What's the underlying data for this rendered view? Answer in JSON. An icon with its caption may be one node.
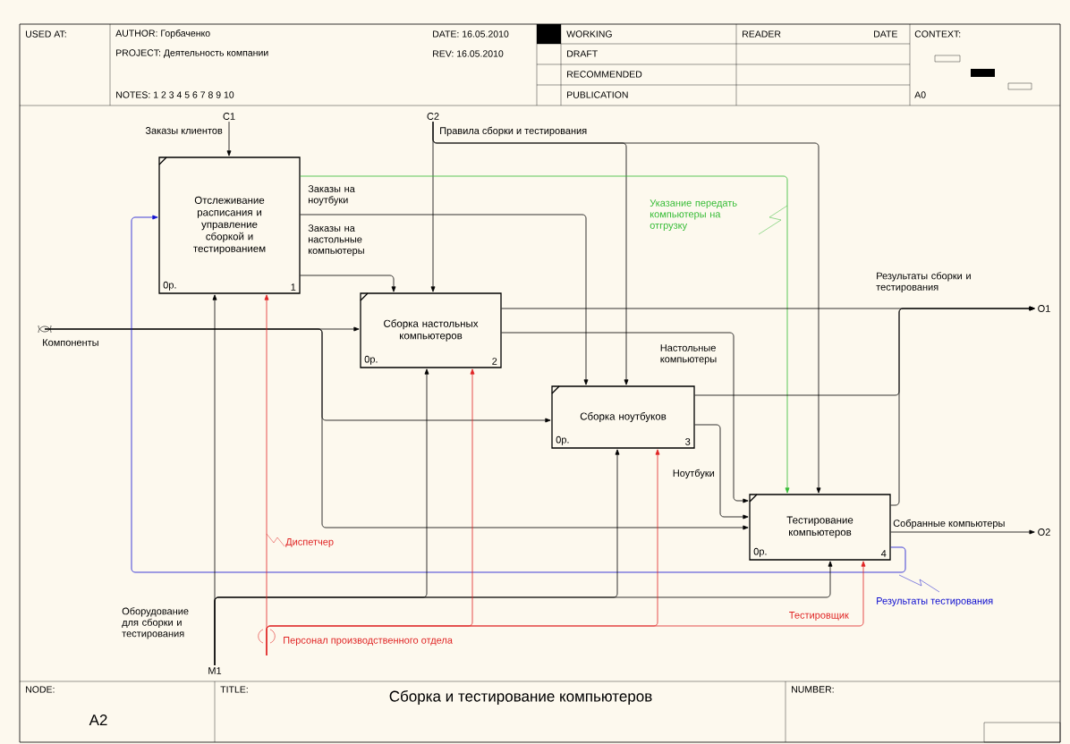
{
  "diagram": {
    "title": "Сборка и тестирование компьютеров",
    "nodes": [
      {
        "text": [
          "Отслеживание расписания и управление сборкой и тестированием",
          "0р.",
          "1"
        ]
      },
      {
        "text": [
          "Сборка настольных компьютеров",
          "0р.",
          "2"
        ]
      },
      {
        "text": [
          "Сборка ноутбуков",
          "0р.",
          "3"
        ]
      },
      {
        "text": [
          "Тестирование компьютеров",
          "0р.",
          "4"
        ]
      },
      {
        "text": [
          "C1"
        ]
      },
      {
        "text": [
          "C2"
        ]
      },
      {
        "text": [
          "M1"
        ]
      },
      {
        "text": [
          "O1"
        ]
      },
      {
        "text": [
          "O2"
        ]
      }
    ],
    "edges": [
      {
        "from": 4,
        "to": 0,
        "arrow": "to",
        "label": "Заказы клиентов"
      },
      {
        "from": 5,
        "to": 1,
        "arrow": "to",
        "label": "Правила сборки и тестирования"
      },
      {
        "from": 5,
        "to": 2,
        "arrow": "to"
      },
      {
        "from": 5,
        "to": 3,
        "arrow": "to"
      },
      {
        "from": 0,
        "to": 2,
        "arrow": "to",
        "label": "Заказы на ноутбуки"
      },
      {
        "from": 0,
        "to": 1,
        "arrow": "to",
        "label": "Заказы на настольные компьютеры"
      },
      {
        "from": 0,
        "to": 3,
        "arrow": "to",
        "label": "Указание передать компьютеры на отгрузку",
        "color": "#33bb33"
      },
      {
        "from": null,
        "to": 1,
        "arrow": "to",
        "label": "Компоненты"
      },
      {
        "from": null,
        "to": 2,
        "arrow": "to"
      },
      {
        "from": null,
        "to": 3,
        "arrow": "to"
      },
      {
        "from": 1,
        "to": 7,
        "arrow": "to",
        "label": "Результаты сборки и тестирования"
      },
      {
        "from": 2,
        "to": 7,
        "arrow": "to"
      },
      {
        "from": 3,
        "to": 7,
        "arrow": "to"
      },
      {
        "from": 1,
        "to": 3,
        "arrow": "to",
        "label": "Настольные компьютеры"
      },
      {
        "from": 2,
        "to": 3,
        "arrow": "to",
        "label": "Ноутбуки"
      },
      {
        "from": 3,
        "to": 8,
        "arrow": "to",
        "label": "Собранные компьютеры"
      },
      {
        "from": 3,
        "to": 0,
        "arrow": "to",
        "label": "Результаты тестирования",
        "color": "#1010d0"
      },
      {
        "from": 6,
        "to": 0,
        "arrow": "to",
        "label": "Оборудование для сборки и тестирования"
      },
      {
        "from": 6,
        "to": 1,
        "arrow": "to"
      },
      {
        "from": 6,
        "to": 2,
        "arrow": "to"
      },
      {
        "from": 6,
        "to": 3,
        "arrow": "to"
      },
      {
        "from": null,
        "to": 0,
        "arrow": "to",
        "label": "Диспетчер",
        "color": "#e02424"
      },
      {
        "from": null,
        "to": 1,
        "arrow": "to",
        "label": "Персонал производственного отдела",
        "color": "#e02424"
      },
      {
        "from": null,
        "to": 2,
        "arrow": "to",
        "color": "#e02424"
      },
      {
        "from": null,
        "to": 3,
        "arrow": "to",
        "label": "Тестировщик",
        "color": "#e02424"
      }
    ],
    "labels": [
      "USED AT:",
      "AUTHOR: Горбаченко",
      "DATE: 16.05.2010",
      "WORKING",
      "READER",
      "DATE",
      "CONTEXT:",
      "PROJECT: Деятельность компании",
      "REV: 16.05.2010",
      "DRAFT",
      "RECOMMENDED",
      "NOTES: 1 2 3 4 5 6 7 8 9 10",
      "PUBLICATION",
      "A0",
      "NODE:",
      "A2",
      "TITLE:",
      "NUMBER:"
    ]
  }
}
